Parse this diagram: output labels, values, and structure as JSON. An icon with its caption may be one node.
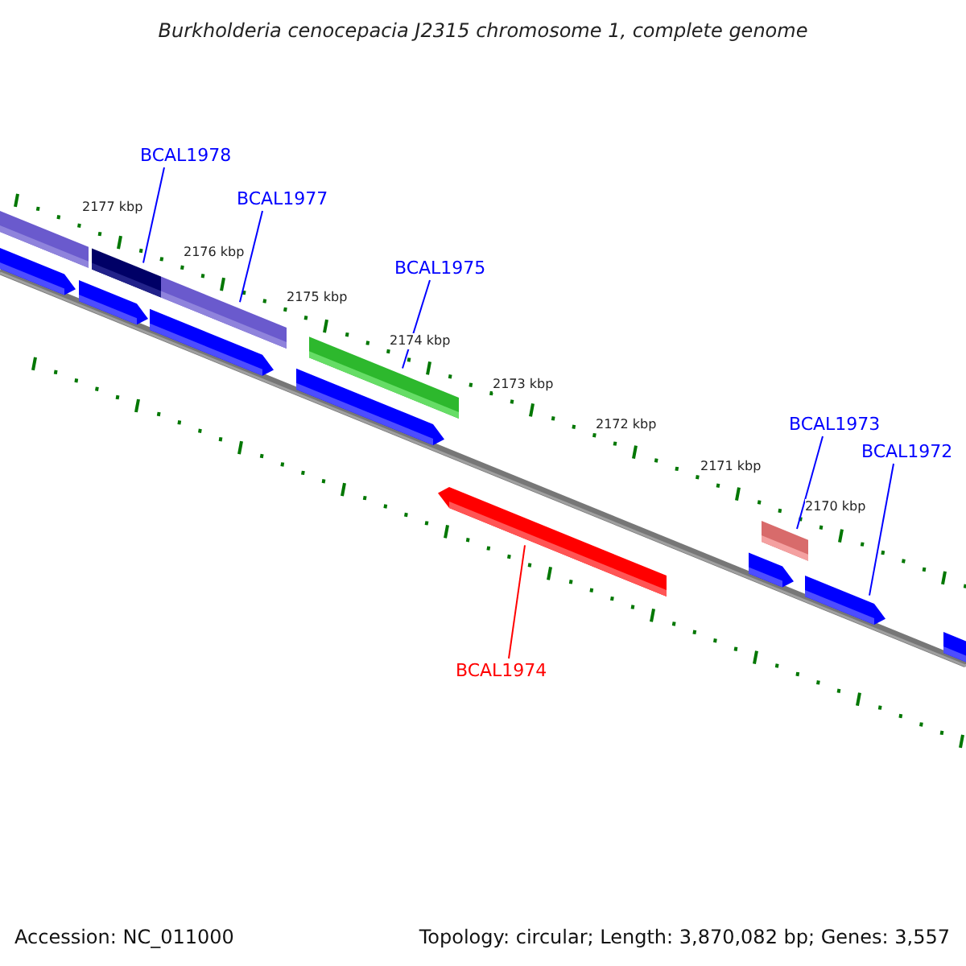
{
  "diagram": {
    "title": "Burkholderia cenocepacia J2315 chromosome 1, complete genome",
    "nodes": [
      {
        "text": [
          "BCAL1978"
        ]
      },
      {
        "text": [
          "BCAL1977"
        ]
      },
      {
        "text": [
          "BCAL1975"
        ]
      },
      {
        "text": [
          "BCAL1973"
        ]
      },
      {
        "text": [
          "BCAL1972"
        ]
      },
      {
        "text": [
          "BCAL1974"
        ]
      },
      {
        "text": [],
        "shape": "bar"
      },
      {
        "text": [],
        "shape": "bar"
      },
      {
        "text": [],
        "shape": "bar"
      },
      {
        "text": [],
        "shape": "bar"
      },
      {
        "text": [],
        "shape": "bar"
      },
      {
        "text": [],
        "shape": "bar"
      },
      {
        "text": [],
        "shape": "bar"
      },
      {
        "text": [],
        "shape": "bar"
      },
      {
        "text": [],
        "shape": "bar"
      },
      {
        "text": [],
        "shape": "bar"
      },
      {
        "text": [],
        "shape": "bar"
      },
      {
        "text": [],
        "shape": "bar"
      },
      {
        "text": [],
        "shape": "bar"
      }
    ],
    "edges": [
      {
        "from": 0,
        "to": 9,
        "arrow": "none"
      },
      {
        "from": 1,
        "to": 11,
        "arrow": "none"
      },
      {
        "from": 2,
        "to": 13,
        "arrow": "none"
      },
      {
        "from": 3,
        "to": 16,
        "arrow": "none"
      },
      {
        "from": 4,
        "to": 17,
        "arrow": "none"
      },
      {
        "from": 5,
        "to": 14,
        "arrow": "none",
        "color": "#ff0000"
      }
    ],
    "labels": [
      "2177 kbp",
      "2176 kbp",
      "2175 kbp",
      "2174 kbp",
      "2173 kbp",
      "2172 kbp",
      "2171 kbp",
      "2170 kbp",
      "Accession: NC_011000",
      "Topology: circular; Length: 3,870,082 bp; Genes: 3,557"
    ]
  }
}
